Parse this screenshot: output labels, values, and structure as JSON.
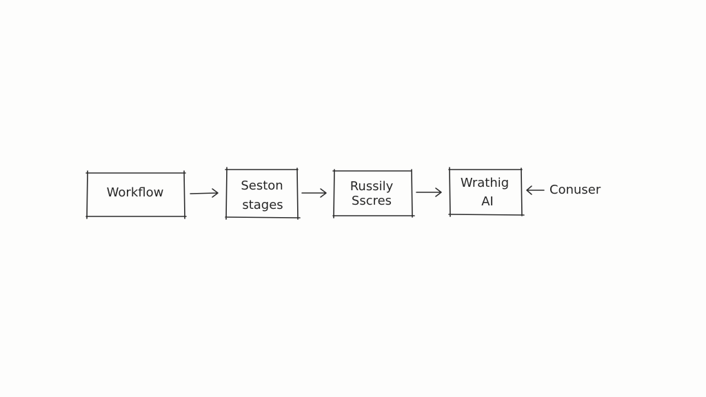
{
  "nodes": [
    {
      "id": "workflow",
      "lines": [
        "Workflow"
      ]
    },
    {
      "id": "seston",
      "lines": [
        "Seston",
        "stages"
      ]
    },
    {
      "id": "russily",
      "lines": [
        "Russily",
        "Sscres"
      ]
    },
    {
      "id": "wrathig",
      "lines": [
        "Wrathig",
        "AI"
      ]
    }
  ],
  "side_label": "Conuser",
  "colors": {
    "ink": "#2b2b2b",
    "paper": "#fdfdfc"
  }
}
